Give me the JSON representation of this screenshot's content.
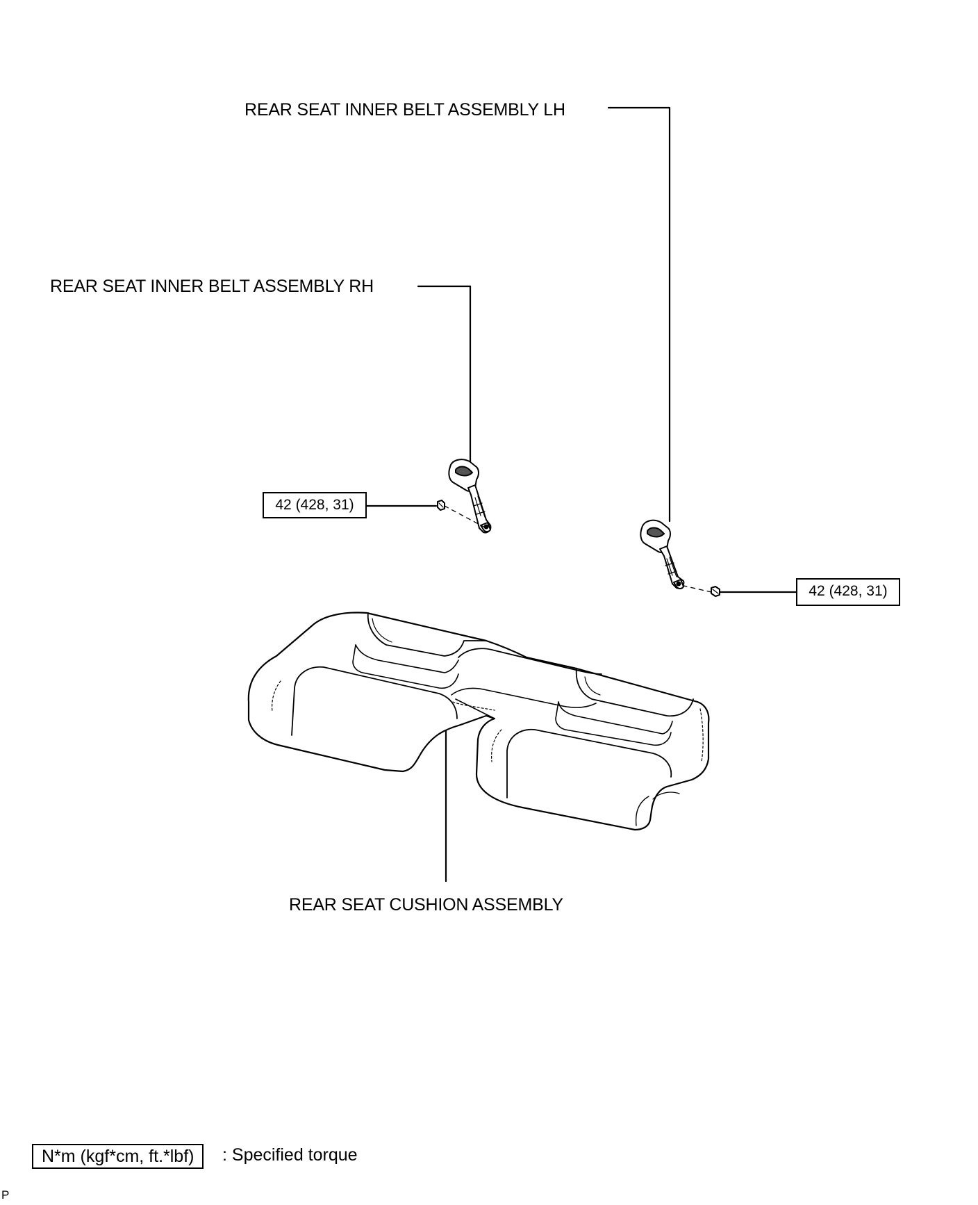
{
  "labels": {
    "belt_lh": "REAR SEAT INNER BELT ASSEMBLY LH",
    "belt_rh": "REAR SEAT INNER BELT ASSEMBLY RH",
    "cushion": "REAR SEAT CUSHION ASSEMBLY"
  },
  "torque": {
    "rh_bolt": "42 (428, 31)",
    "lh_bolt": "42 (428, 31)"
  },
  "legend": {
    "unit_box": "N*m (kgf*cm, ft.*lbf)",
    "description": ": Specified torque"
  },
  "corner_mark": "P"
}
